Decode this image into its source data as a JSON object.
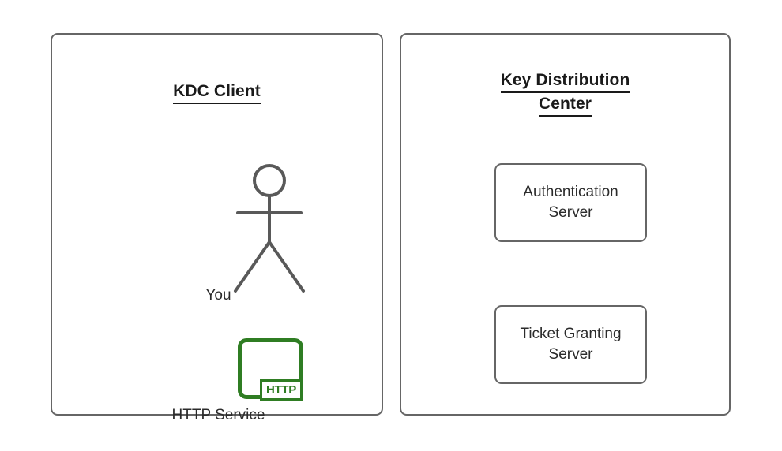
{
  "diagram": {
    "title": "KDC Client and Key Distribution Center",
    "colors": {
      "panel_border": "#666666",
      "figure_stroke": "#595959",
      "text": "#2b2b2b",
      "heading": "#1a1a1a",
      "service_green": "#2f7d23",
      "background": "#ffffff"
    }
  },
  "client_panel": {
    "title": "KDC Client",
    "actor": {
      "label": "You",
      "icon": "stick-figure-icon"
    },
    "service": {
      "label": "HTTP Service",
      "badge_text": "HTTP",
      "icon": "http-service-icon"
    }
  },
  "kdc_panel": {
    "title_line_1": "Key Distribution",
    "title_line_2": "Center",
    "servers": [
      {
        "line_1": "Authentication",
        "line_2": "Server"
      },
      {
        "line_1": "Ticket Granting",
        "line_2": "Server"
      }
    ]
  }
}
